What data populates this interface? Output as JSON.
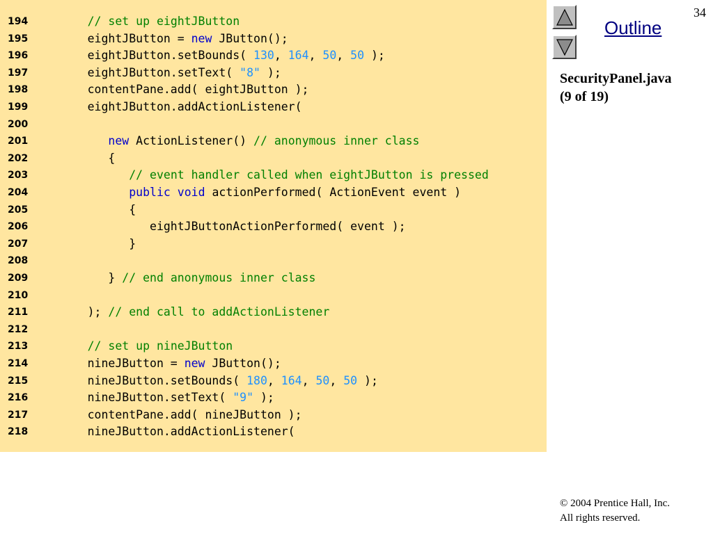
{
  "page_number": "34",
  "outline_label": "Outline",
  "file_title": "SecurityPanel.java",
  "file_subtitle": "(9 of 19)",
  "copyright_line1": "© 2004 Prentice Hall, Inc.",
  "copyright_line2": "All rights reserved.",
  "nav": {
    "up_icon": "triangle-up-icon",
    "down_icon": "triangle-down-icon"
  },
  "colors": {
    "panel_bg": "#ffe6a0",
    "keyword": "#0000cc",
    "comment": "#008000",
    "literal": "#1e90ff",
    "link": "#000080"
  },
  "code_lines": [
    {
      "num": "194",
      "tokens": [
        {
          "t": "      "
        },
        {
          "t": "// set up eightJButton",
          "c": "cm"
        }
      ]
    },
    {
      "num": "195",
      "tokens": [
        {
          "t": "      eightJButton = "
        },
        {
          "t": "new",
          "c": "kw"
        },
        {
          "t": " JButton();"
        }
      ]
    },
    {
      "num": "196",
      "tokens": [
        {
          "t": "      eightJButton.setBounds( "
        },
        {
          "t": "130",
          "c": "num"
        },
        {
          "t": ", "
        },
        {
          "t": "164",
          "c": "num"
        },
        {
          "t": ", "
        },
        {
          "t": "50",
          "c": "num"
        },
        {
          "t": ", "
        },
        {
          "t": "50",
          "c": "num"
        },
        {
          "t": " );"
        }
      ]
    },
    {
      "num": "197",
      "tokens": [
        {
          "t": "      eightJButton.setText( "
        },
        {
          "t": "\"8\"",
          "c": "str"
        },
        {
          "t": " );"
        }
      ]
    },
    {
      "num": "198",
      "tokens": [
        {
          "t": "      contentPane.add( eightJButton );"
        }
      ]
    },
    {
      "num": "199",
      "tokens": [
        {
          "t": "      eightJButton.addActionListener("
        }
      ]
    },
    {
      "num": "200",
      "tokens": []
    },
    {
      "num": "201",
      "tokens": [
        {
          "t": "         "
        },
        {
          "t": "new",
          "c": "kw"
        },
        {
          "t": " ActionListener() "
        },
        {
          "t": "// anonymous inner class",
          "c": "cm"
        }
      ]
    },
    {
      "num": "202",
      "tokens": [
        {
          "t": "         {"
        }
      ]
    },
    {
      "num": "203",
      "tokens": [
        {
          "t": "            "
        },
        {
          "t": "// event handler called when eightJButton is pressed",
          "c": "cm"
        }
      ]
    },
    {
      "num": "204",
      "tokens": [
        {
          "t": "            "
        },
        {
          "t": "public",
          "c": "kw"
        },
        {
          "t": " "
        },
        {
          "t": "void",
          "c": "kw"
        },
        {
          "t": " actionPerformed( ActionEvent event )"
        }
      ]
    },
    {
      "num": "205",
      "tokens": [
        {
          "t": "            {"
        }
      ]
    },
    {
      "num": "206",
      "tokens": [
        {
          "t": "               eightJButtonActionPerformed( event );"
        }
      ]
    },
    {
      "num": "207",
      "tokens": [
        {
          "t": "            }"
        }
      ]
    },
    {
      "num": "208",
      "tokens": []
    },
    {
      "num": "209",
      "tokens": [
        {
          "t": "         } "
        },
        {
          "t": "// end anonymous inner class",
          "c": "cm"
        }
      ]
    },
    {
      "num": "210",
      "tokens": []
    },
    {
      "num": "211",
      "tokens": [
        {
          "t": "      ); "
        },
        {
          "t": "// end call to addActionListener",
          "c": "cm"
        }
      ]
    },
    {
      "num": "212",
      "tokens": []
    },
    {
      "num": "213",
      "tokens": [
        {
          "t": "      "
        },
        {
          "t": "// set up nineJButton",
          "c": "cm"
        }
      ]
    },
    {
      "num": "214",
      "tokens": [
        {
          "t": "      nineJButton = "
        },
        {
          "t": "new",
          "c": "kw"
        },
        {
          "t": " JButton();"
        }
      ]
    },
    {
      "num": "215",
      "tokens": [
        {
          "t": "      nineJButton.setBounds( "
        },
        {
          "t": "180",
          "c": "num"
        },
        {
          "t": ", "
        },
        {
          "t": "164",
          "c": "num"
        },
        {
          "t": ", "
        },
        {
          "t": "50",
          "c": "num"
        },
        {
          "t": ", "
        },
        {
          "t": "50",
          "c": "num"
        },
        {
          "t": " );"
        }
      ]
    },
    {
      "num": "216",
      "tokens": [
        {
          "t": "      nineJButton.setText( "
        },
        {
          "t": "\"9\"",
          "c": "str"
        },
        {
          "t": " );"
        }
      ]
    },
    {
      "num": "217",
      "tokens": [
        {
          "t": "      contentPane.add( nineJButton );"
        }
      ]
    },
    {
      "num": "218",
      "tokens": [
        {
          "t": "      nineJButton.addActionListener("
        }
      ]
    }
  ]
}
